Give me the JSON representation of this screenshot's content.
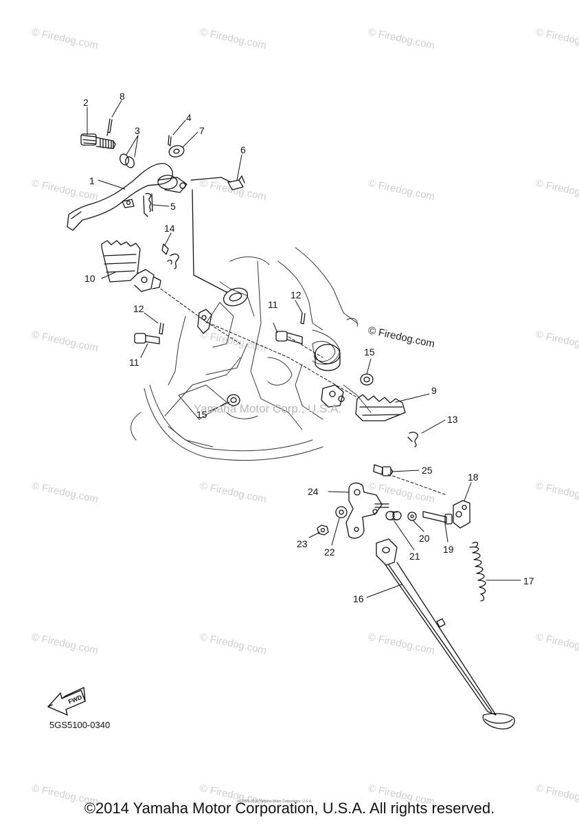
{
  "watermark": "© Firedog.com",
  "watermark_main": "© Firedog.com",
  "watermark_center": "Yamaha Motor Corp., U.S.A.",
  "fwd_label": "FWD",
  "part_code": "5GS5100-0340",
  "copyright": "©2014 Yamaha Motor Corporation, U.S.A. All rights reserved.",
  "tiny_copyright": "(c) 2005-2015 Yamaha Motor Corporation, U.S.A.",
  "callouts": {
    "c1": "1",
    "c2": "2",
    "c3": "3",
    "c4": "4",
    "c5": "5",
    "c6": "6",
    "c7": "7",
    "c8": "8",
    "c9": "9",
    "c10": "10",
    "c11a": "11",
    "c11b": "11",
    "c12a": "12",
    "c12b": "12",
    "c13": "13",
    "c14": "14",
    "c15a": "15",
    "c15b": "15",
    "c16": "16",
    "c17": "17",
    "c18": "18",
    "c19": "19",
    "c20": "20",
    "c21": "21",
    "c22": "22",
    "c23": "23",
    "c24": "24",
    "c25": "25"
  }
}
